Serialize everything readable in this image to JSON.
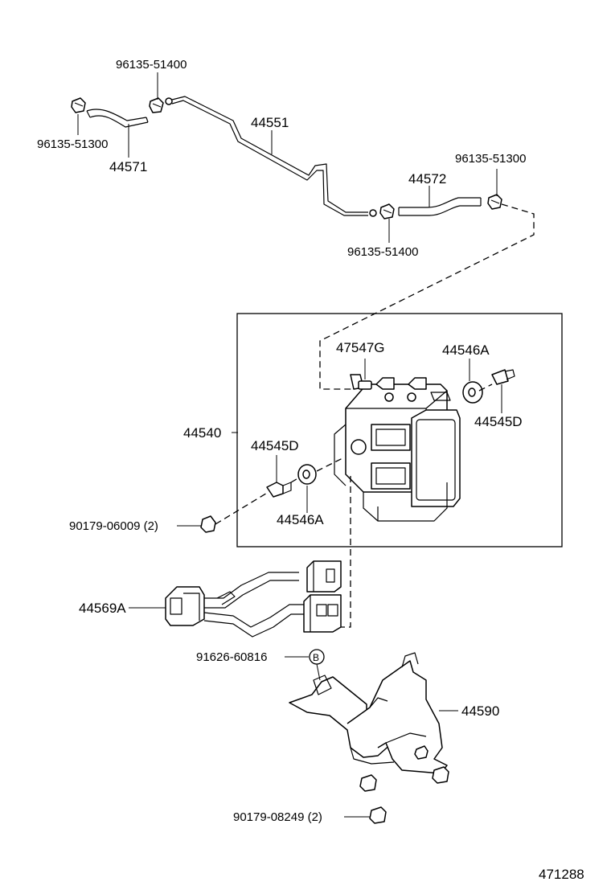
{
  "diagram_id": "471288",
  "callouts": {
    "clip_51400_top": "96135-51400",
    "clip_51300_left": "96135-51300",
    "hose_44571": "44571",
    "tube_44551": "44551",
    "clip_51300_right": "96135-51300",
    "hose_44572": "44572",
    "clip_51400_bottom": "96135-51400",
    "bolt_47547g": "47547G",
    "cushion_44546a_top": "44546A",
    "bolt_44545d_right": "44545D",
    "actuator_44540": "44540",
    "bolt_44545d_left": "44545D",
    "cushion_44546a_bottom": "44546A",
    "nut_90179_06009": "90179-06009 (2)",
    "harness_44569a": "44569A",
    "bolt_91626_60816": "91626-60816",
    "ref_mark_b": "B",
    "bracket_44590": "44590",
    "nut_90179_08249": "90179-08249 (2)"
  }
}
